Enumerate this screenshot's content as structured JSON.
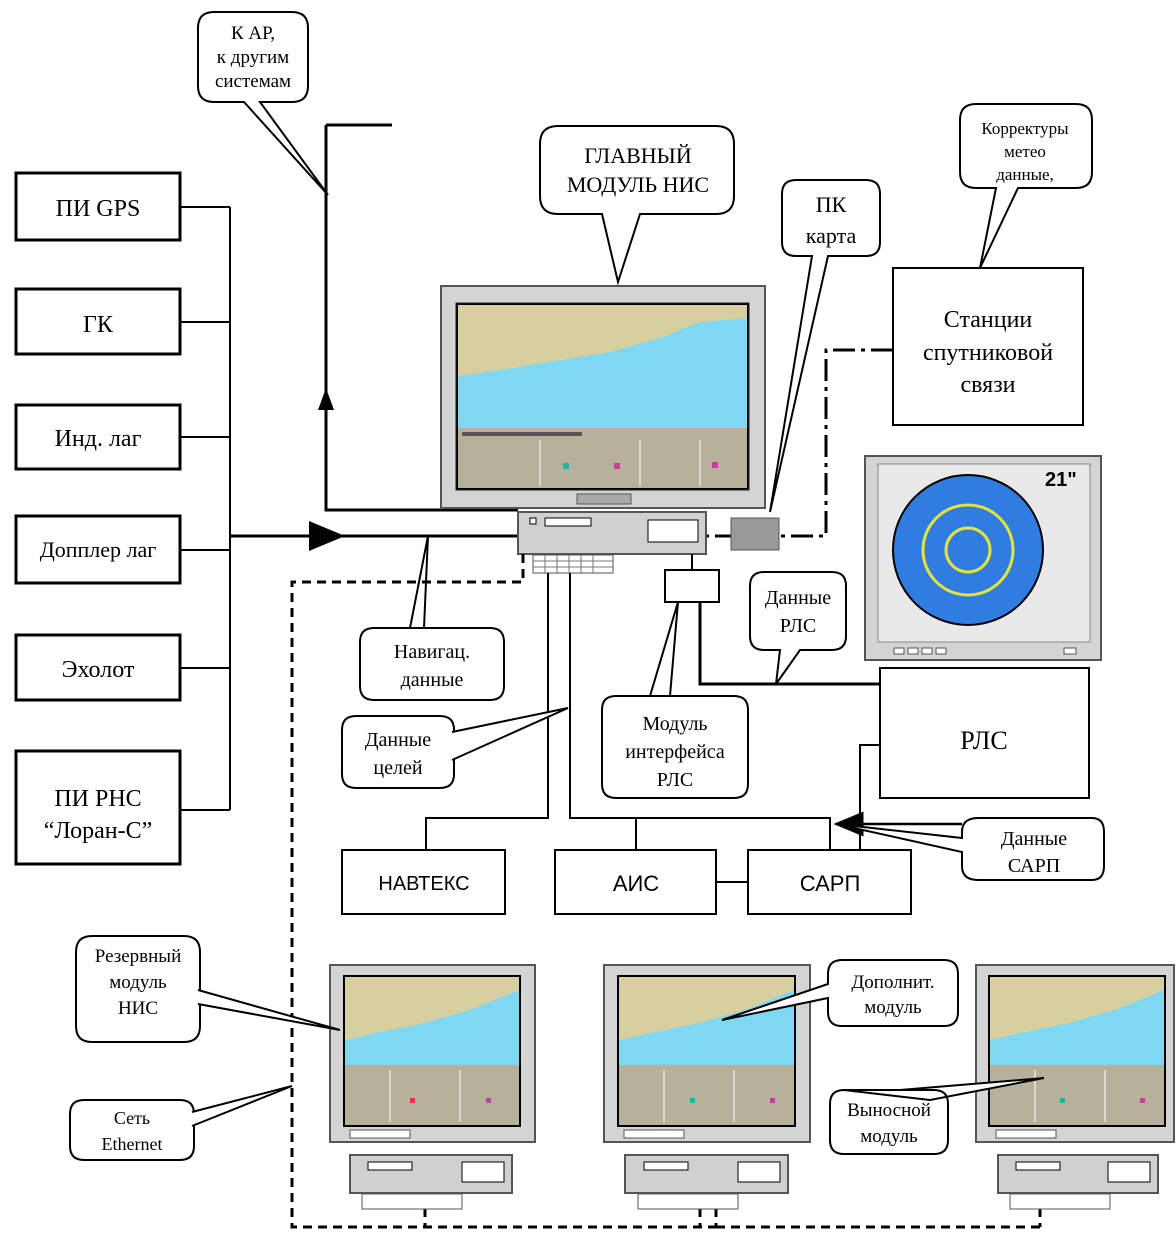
{
  "sensors": [
    {
      "id": "gps",
      "label": "ПИ GPS"
    },
    {
      "id": "gk",
      "label": "ГК"
    },
    {
      "id": "ind-log",
      "label": "Инд. лаг"
    },
    {
      "id": "doppler-log",
      "label": "Допплер лаг"
    },
    {
      "id": "echo",
      "label": "Эхолот"
    },
    {
      "id": "rns",
      "label_line1": "ПИ РНС",
      "label_line2": "“Лоран-С”"
    }
  ],
  "callouts": {
    "ap": [
      "К АР,",
      "к другим",
      "системам"
    ],
    "main_module": [
      "ГЛАВНЫЙ",
      "МОДУЛЬ НИС"
    ],
    "pk_map": [
      "ПК",
      "карта"
    ],
    "corrections": [
      "Корректуры",
      "метео",
      "данные,"
    ],
    "nav_data": [
      "Навигац.",
      "данные"
    ],
    "radar_data": [
      "Данные",
      "РЛС"
    ],
    "target_data": [
      "Данные",
      "целей"
    ],
    "radar_interface": [
      "Модуль",
      "интерфейса",
      "РЛС"
    ],
    "arpa_data": [
      "Данные",
      "САРП"
    ],
    "backup_module": [
      "Резервный",
      "модуль",
      "НИС"
    ],
    "extra_module": [
      "Дополнит.",
      "модуль"
    ],
    "remote_module": [
      "Выносной",
      "модуль"
    ],
    "ethernet": [
      "Сеть",
      "Ethernet"
    ]
  },
  "boxes": {
    "satcom": [
      "Станции",
      "спутниковой",
      "связи"
    ],
    "radar": "РЛС",
    "navtex": "НАВТЕКС",
    "ais": "АИС",
    "arpa": "САРП"
  },
  "radar_display_size": "21\"",
  "colors": {
    "sea": "#7fd8f2",
    "land": "#d8cf9e",
    "panel": "#b7b09a",
    "radar_blue": "#2f7de1",
    "radar_ring": "#e6e23c",
    "monitor": "#d4d4d4"
  }
}
